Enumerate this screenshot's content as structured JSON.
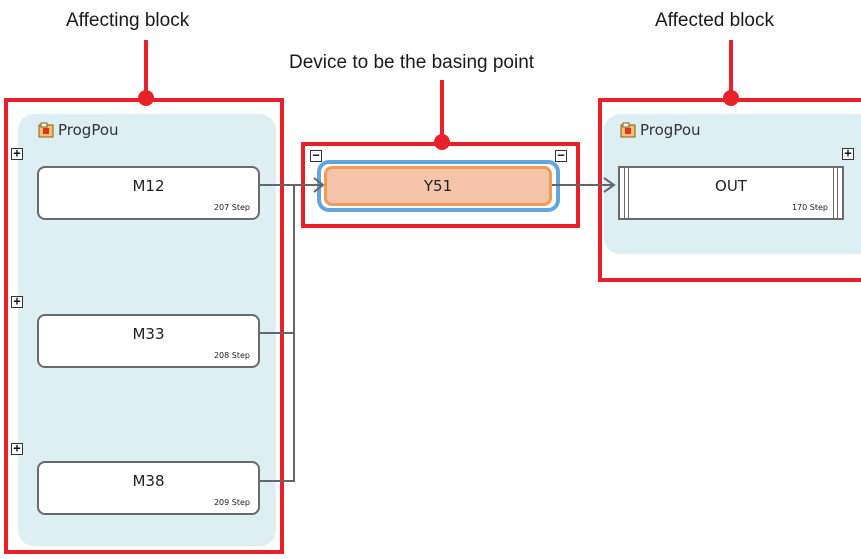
{
  "callouts": {
    "affecting": "Affecting block",
    "basing": "Device to be the basing point",
    "affected": "Affected block"
  },
  "colors": {
    "highlight_red": "#e8202a",
    "panel_bg": "#deeff4",
    "selected_fill": "#f6c4aa",
    "selected_border": "#f39a55",
    "selection_ring": "#62a6dd"
  },
  "affecting_block": {
    "pou_title": "ProgPou",
    "pou_icon": "program-pou-icon",
    "nodes": [
      {
        "label": "M12",
        "step": "207 Step"
      },
      {
        "label": "M33",
        "step": "208 Step"
      },
      {
        "label": "M38",
        "step": "209 Step"
      }
    ]
  },
  "basing_device": {
    "label": "Y51"
  },
  "affected_block": {
    "pou_title": "ProgPou",
    "pou_icon": "program-pou-icon",
    "node": {
      "label": "OUT",
      "step": "170 Step"
    }
  },
  "toggles": {
    "expand": "+",
    "collapse": "−"
  }
}
